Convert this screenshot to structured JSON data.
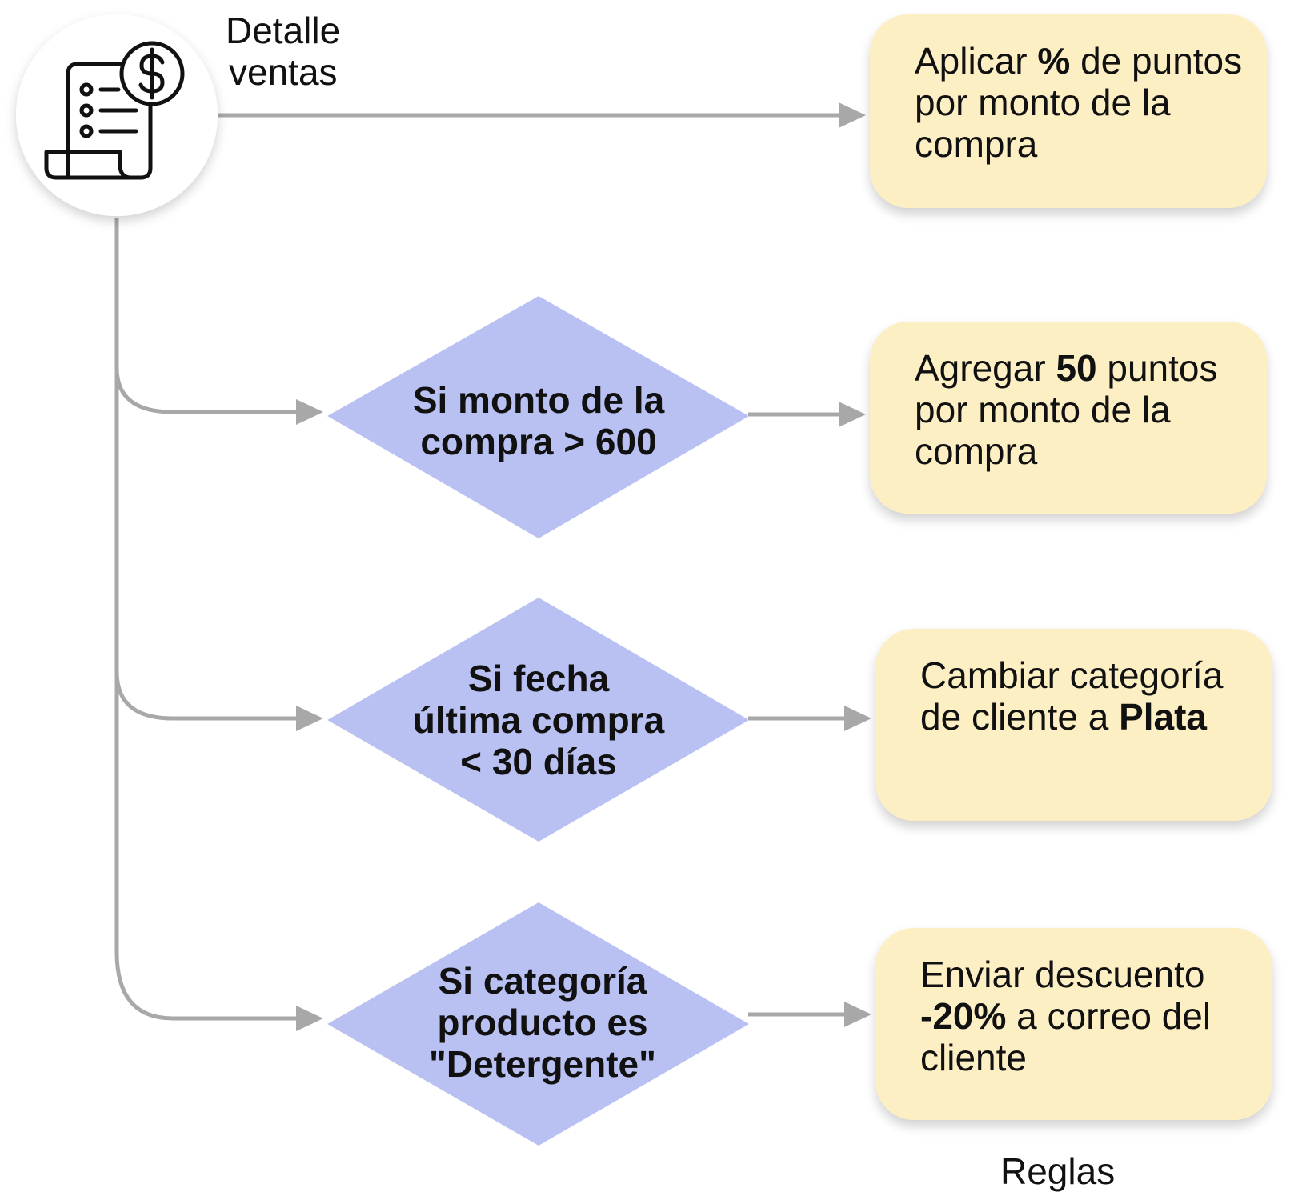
{
  "source": {
    "icon": "sales-receipt-icon",
    "label_line1": "Detalle",
    "label_line2": "ventas"
  },
  "conditions": [
    {
      "line1": "Si monto de la",
      "line2": "compra > 600",
      "line3": ""
    },
    {
      "line1": "Si fecha",
      "line2": "última compra",
      "line3": "< 30 días"
    },
    {
      "line1": "Si categoría",
      "line2": "producto es",
      "line3": "\"Detergente\""
    }
  ],
  "rules": [
    {
      "before": "Aplicar ",
      "bold": "%",
      "after": " de puntos por monto de la compra",
      "tail": ""
    },
    {
      "before": "Agregar ",
      "bold": "50",
      "after": " puntos por monto de la compra",
      "tail": ""
    },
    {
      "before": "Cambiar categoría de cliente a ",
      "bold": "Plata",
      "after": "",
      "tail": ""
    },
    {
      "before": "Enviar descuento ",
      "bold": "-20%",
      "after": " a correo del cliente",
      "tail": ""
    }
  ],
  "rules_caption": "Reglas",
  "colors": {
    "diamond_fill": "#b9c1f2",
    "rule_fill": "#fdefc4",
    "connector": "#a8a8a8",
    "icon_stroke": "#111111"
  }
}
